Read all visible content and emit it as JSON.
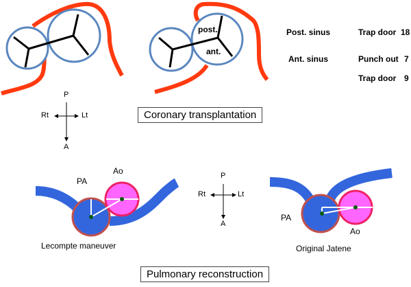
{
  "colors": {
    "coronary_red": "#ff3a0f",
    "sinus_circle_blue": "#5a87bf",
    "vessel_blue": "#3366dd",
    "ao_pink": "#ff66ff",
    "ao_border": "#ee2266",
    "pa_border": "#c0504d"
  },
  "coronary": {
    "title": "Coronary transplantation",
    "labels": {
      "post": "post.",
      "ant": "ant."
    },
    "table": [
      {
        "sinus": "Post. sinus",
        "method": "Trap door",
        "count": "18"
      },
      {
        "sinus": "Ant. sinus",
        "method": "Punch out",
        "count": "7"
      },
      {
        "sinus": "",
        "method": "Trap door",
        "count": "9"
      }
    ],
    "orientation": {
      "p": "P",
      "a": "A",
      "rt": "Rt",
      "lt": "Lt"
    }
  },
  "pulmonary": {
    "title": "Pulmonary reconstruction",
    "orientation": {
      "p": "P",
      "a": "A",
      "rt": "Rt",
      "lt": "Lt"
    },
    "lecompte": {
      "caption": "Lecompte maneuver",
      "pa": "PA",
      "ao": "Ao"
    },
    "jatene": {
      "caption": "Original Jatene",
      "pa": "PA",
      "ao": "Ao"
    }
  }
}
